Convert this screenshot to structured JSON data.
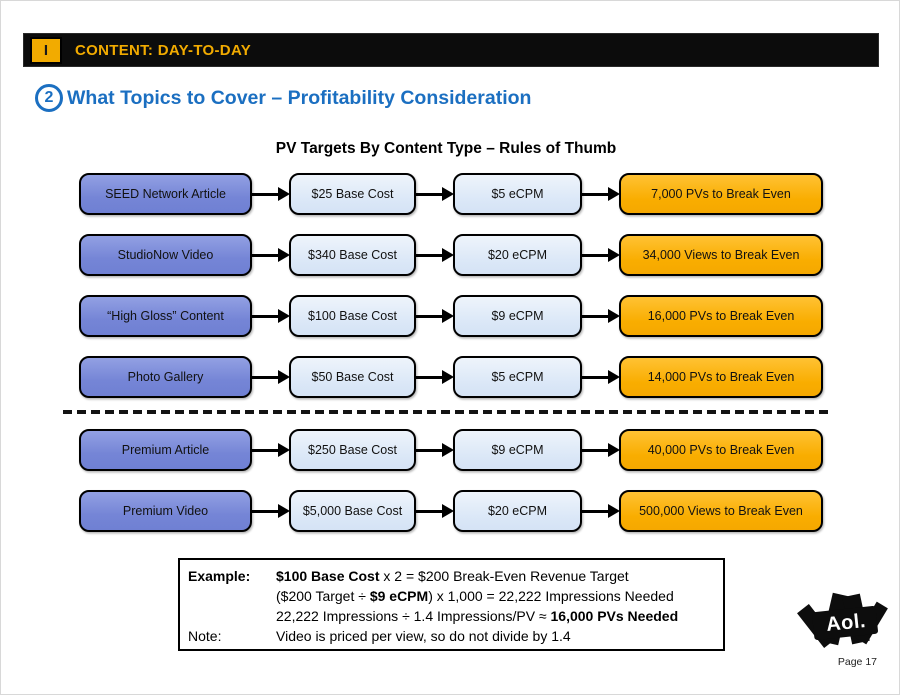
{
  "header": {
    "index_label": "I",
    "title": "CONTENT: DAY-TO-DAY"
  },
  "heading": {
    "number": "2",
    "text": "What Topics to Cover – Profitability Consideration"
  },
  "diagram": {
    "title": "PV Targets By Content Type – Rules of Thumb",
    "top_rows": [
      {
        "content_type": "SEED Network Article",
        "base_cost": "$25 Base Cost",
        "ecpm": "$5 eCPM",
        "break_even": "7,000 PVs to Break Even"
      },
      {
        "content_type": "StudioNow Video",
        "base_cost": "$340 Base Cost",
        "ecpm": "$20 eCPM",
        "break_even": "34,000 Views to Break Even"
      },
      {
        "content_type": "“High Gloss” Content",
        "base_cost": "$100 Base Cost",
        "ecpm": "$9 eCPM",
        "break_even": "16,000 PVs to Break Even"
      },
      {
        "content_type": "Photo Gallery",
        "base_cost": "$50 Base Cost",
        "ecpm": "$5 eCPM",
        "break_even": "14,000 PVs to Break Even"
      }
    ],
    "bottom_rows": [
      {
        "content_type": "Premium Article",
        "base_cost": "$250 Base Cost",
        "ecpm": "$9 eCPM",
        "break_even": "40,000 PVs to Break Even"
      },
      {
        "content_type": "Premium Video",
        "base_cost": "$5,000 Base Cost",
        "ecpm": "$20 eCPM",
        "break_even": "500,000 Views to Break Even"
      }
    ]
  },
  "example_box": {
    "lines": [
      {
        "label": "Example:",
        "label_bold": true,
        "segments": [
          {
            "t": "$100 Base Cost",
            "b": true
          },
          {
            "t": " x 2 = $200 Break-Even Revenue Target",
            "b": false
          }
        ]
      },
      {
        "label": "",
        "label_bold": false,
        "segments": [
          {
            "t": "($200 Target ÷ ",
            "b": false
          },
          {
            "t": "$9 eCPM",
            "b": true
          },
          {
            "t": ") x 1,000 = 22,222 Impressions Needed",
            "b": false
          }
        ]
      },
      {
        "label": "",
        "label_bold": false,
        "segments": [
          {
            "t": "22,222 Impressions ÷ 1.4 Impressions/PV ≈ ",
            "b": false
          },
          {
            "t": "16,000 PVs Needed",
            "b": true
          }
        ]
      },
      {
        "label": "Note:",
        "label_bold": false,
        "segments": [
          {
            "t": "Video is priced per view, so do not divide by 1.4",
            "b": false
          }
        ]
      }
    ]
  },
  "footer": {
    "logo_text": "Aol.",
    "page_label": "Page 17"
  },
  "colors": {
    "accent_gold": "#F2AB00",
    "box_gold": "#F7A900",
    "box_periwinkle": "#7B8BD8",
    "box_light_blue": "#DCE8F7",
    "heading_blue": "#1B6FC1",
    "bar_black": "#0C0C0C"
  }
}
